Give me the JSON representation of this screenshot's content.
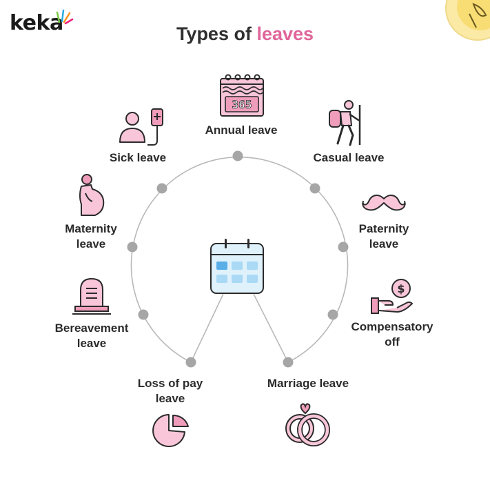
{
  "brand": {
    "name": "keka"
  },
  "title": {
    "prefix": "Types of",
    "highlight": "leaves"
  },
  "calendar": {
    "number": "365"
  },
  "leaves": [
    {
      "id": "annual",
      "label": "Annual leave",
      "icon": "calendar-365-icon"
    },
    {
      "id": "casual",
      "label": "Casual leave",
      "icon": "hiker-icon"
    },
    {
      "id": "paternity",
      "label": "Paternity\nleave",
      "icon": "mustache-icon"
    },
    {
      "id": "compensatory",
      "label": "Compensatory\noff",
      "icon": "hand-coin-icon"
    },
    {
      "id": "marriage",
      "label": "Marriage leave",
      "icon": "rings-icon"
    },
    {
      "id": "lop",
      "label": "Loss of pay\nleave",
      "icon": "pie-chart-icon"
    },
    {
      "id": "bereavement",
      "label": "Bereavement\nleave",
      "icon": "tombstone-icon"
    },
    {
      "id": "maternity",
      "label": "Maternity\nleave",
      "icon": "pregnant-woman-icon"
    },
    {
      "id": "sick",
      "label": "Sick leave",
      "icon": "patient-iv-icon"
    }
  ],
  "colors": {
    "accent": "#e0659a",
    "icon_fill": "#f8c6d8",
    "icon_fill_dark": "#ef9dbb",
    "circle": "#b5b5b5",
    "dot": "#a6a6a6",
    "calendar_fill": "#dff1fb",
    "calendar_cell": "#a9d9f5",
    "calendar_cell_active": "#5aaee8"
  }
}
